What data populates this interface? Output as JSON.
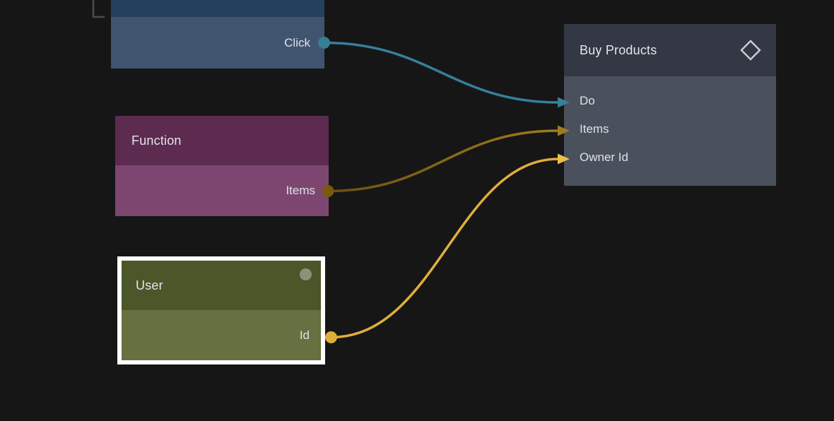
{
  "canvas": {
    "background_color": "#161616",
    "frame_corner_color": "#4c4c4c"
  },
  "nodes": {
    "click": {
      "header_color": "#24405c",
      "body_color": "#41546f",
      "outputs": [
        {
          "label": "Click",
          "port_color": "#347f92"
        }
      ]
    },
    "function": {
      "title": "Function",
      "header_color": "#5d2a50",
      "body_color": "#7d4670",
      "outputs": [
        {
          "label": "Items",
          "port_color": "#78590f"
        }
      ]
    },
    "user": {
      "title": "User",
      "selected": true,
      "selection_color": "#ffffff",
      "header_color": "#4b5629",
      "body_color": "#677040",
      "status_dot_color": "#8c9279",
      "outputs": [
        {
          "label": "Id",
          "port_color": "#e0ad3a"
        }
      ]
    },
    "buy_products": {
      "title": "Buy Products",
      "header_color": "#343845",
      "body_color": "#4a505c",
      "diamond_icon_color": "#c9ced6",
      "inputs": [
        {
          "label": "Do",
          "arrow_color": "#35809b"
        },
        {
          "label": "Items",
          "arrow_color": "#a07b20"
        },
        {
          "label": "Owner Id",
          "arrow_color": "#eabf4e"
        }
      ]
    }
  },
  "connections": [
    {
      "from_port": "Click",
      "to_port": "Do",
      "color": "#35809b"
    },
    {
      "from_port": "Items",
      "to_port": "Items",
      "color_start": "#6b5110",
      "color_end": "#a07b20"
    },
    {
      "from_port": "Id",
      "to_port": "Owner Id",
      "color": "#e0ae3c"
    }
  ]
}
